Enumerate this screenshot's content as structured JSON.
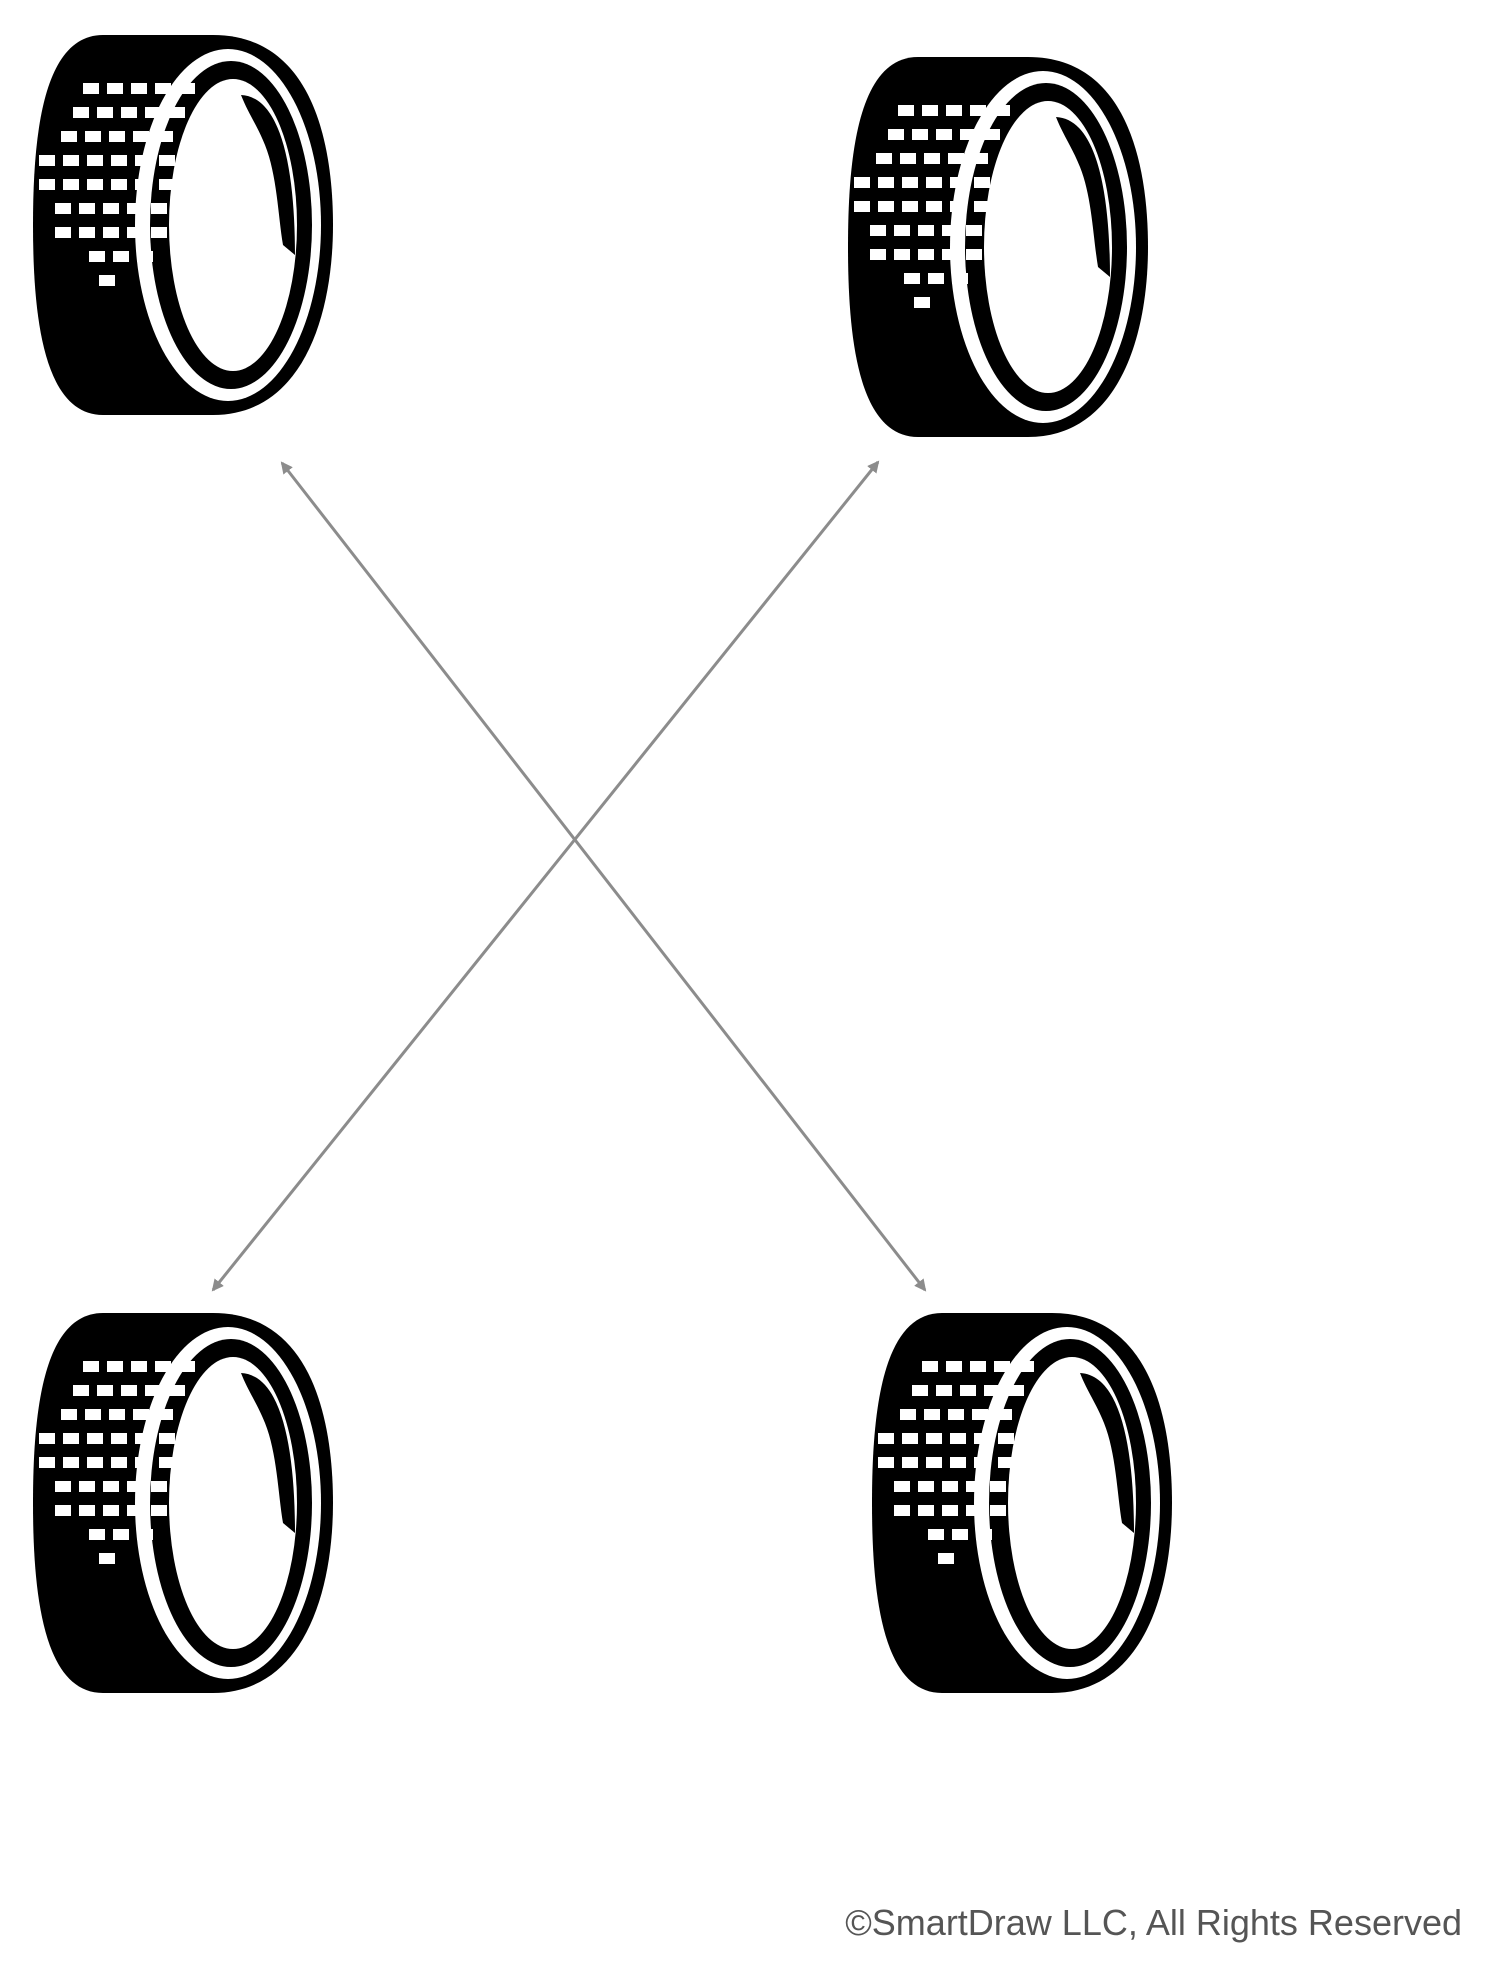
{
  "diagram": {
    "type": "tire-rotation-pattern",
    "pattern": "x-pattern",
    "nodes": [
      {
        "id": "front-left",
        "icon": "tire-icon"
      },
      {
        "id": "front-right",
        "icon": "tire-icon"
      },
      {
        "id": "rear-left",
        "icon": "tire-icon"
      },
      {
        "id": "rear-right",
        "icon": "tire-icon"
      }
    ],
    "edges": [
      {
        "from": "front-left",
        "to": "rear-right",
        "bidirectional": true
      },
      {
        "from": "front-right",
        "to": "rear-left",
        "bidirectional": true
      }
    ],
    "colors": {
      "tire": "#000000",
      "arrow": "#8c8c8c",
      "background": "#ffffff"
    }
  },
  "footer": {
    "copyright": "©SmartDraw LLC, All Rights Reserved"
  }
}
